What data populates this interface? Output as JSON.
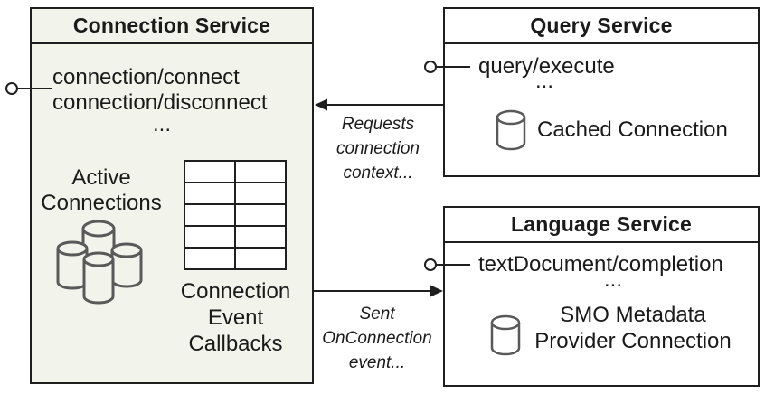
{
  "colors": {
    "connection_service_bg": "#f2f4ec",
    "box_border": "#1f1f1f",
    "icon_stroke": "#595959"
  },
  "connection_service": {
    "title": "Connection Service",
    "methods": [
      "connection/connect",
      "connection/disconnect"
    ],
    "ellipsis": "...",
    "active_connections_lines": [
      "Active",
      "Connections"
    ],
    "callbacks_lines": [
      "Connection",
      "Event",
      "Callbacks"
    ],
    "callback_table": {
      "rows": 5,
      "cols": 2
    }
  },
  "query_service": {
    "title": "Query Service",
    "method": "query/execute",
    "ellipsis": "...",
    "cached_connection_label": "Cached Connection"
  },
  "language_service": {
    "title": "Language Service",
    "method": "textDocument/completion",
    "ellipsis": "...",
    "metadata_lines": [
      "SMO Metadata",
      "Provider Connection"
    ]
  },
  "arrows": {
    "requests_label_lines": [
      "Requests",
      "connection",
      "context..."
    ],
    "sent_label_lines": [
      "Sent",
      "OnConnection",
      "event..."
    ]
  }
}
